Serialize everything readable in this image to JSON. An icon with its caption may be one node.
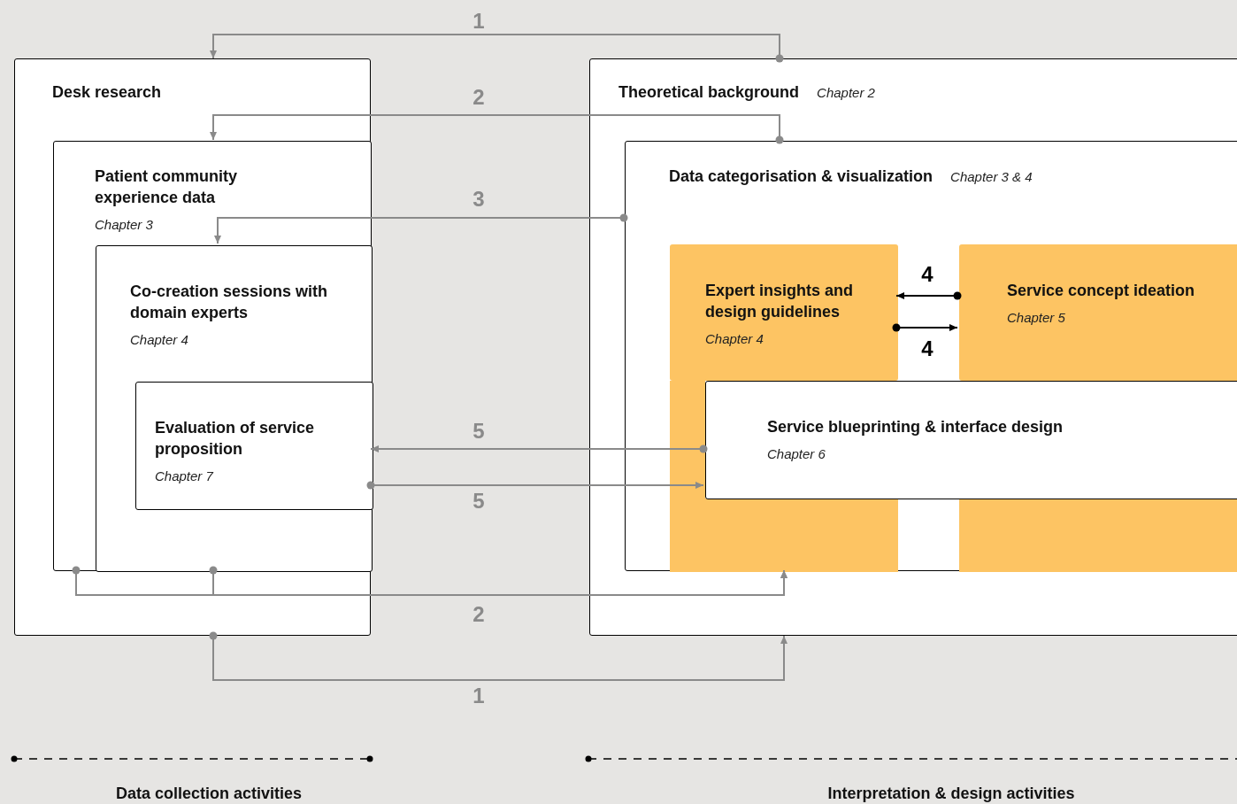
{
  "diagram": {
    "nodes": [
      {
        "text": [
          "Desk research"
        ]
      },
      {
        "text": [
          "Patient community experience data",
          "Chapter 3"
        ],
        "in": 0
      },
      {
        "text": [
          "Co-creation sessions with domain experts",
          "Chapter 4"
        ],
        "in": 1
      },
      {
        "text": [
          "Evaluation of service proposition",
          "Chapter 7"
        ],
        "in": 2
      },
      {
        "text": [
          "Theoretical background",
          "Chapter 2"
        ]
      },
      {
        "text": [
          "Data categorisation & visualization",
          "Chapter 3 & 4"
        ],
        "in": 4
      },
      {
        "text": [
          "Expert insights and design guidelines",
          "Chapter 4"
        ],
        "in": 5
      },
      {
        "text": [
          "Service concept ideation",
          "Chapter 5"
        ],
        "in": 5
      },
      {
        "text": [
          "Service blueprinting & interface design",
          "Chapter 6"
        ],
        "in": 5
      }
    ],
    "edges": [
      {
        "from": 4,
        "to": 0,
        "arrow": "to",
        "label": "1"
      },
      {
        "from": 5,
        "to": 1,
        "arrow": "to",
        "label": "2"
      },
      {
        "from": 5,
        "to": 2,
        "arrow": "to",
        "label": "3"
      },
      {
        "from": 7,
        "to": 6,
        "arrow": "to",
        "label": "4",
        "color": "#000000"
      },
      {
        "from": 6,
        "to": 7,
        "arrow": "to",
        "label": "4",
        "color": "#000000"
      },
      {
        "from": 8,
        "to": 3,
        "arrow": "to",
        "label": "5"
      },
      {
        "from": 3,
        "to": 8,
        "arrow": "to",
        "label": "5"
      },
      {
        "from": 1,
        "to": 5,
        "arrow": "to",
        "label": "2"
      },
      {
        "from": 2,
        "to": 5,
        "arrow": "to"
      },
      {
        "from": 0,
        "to": 4,
        "arrow": "to",
        "label": "1"
      }
    ],
    "labels": [
      "Data collection activities",
      "Interpretation & design activities"
    ]
  }
}
